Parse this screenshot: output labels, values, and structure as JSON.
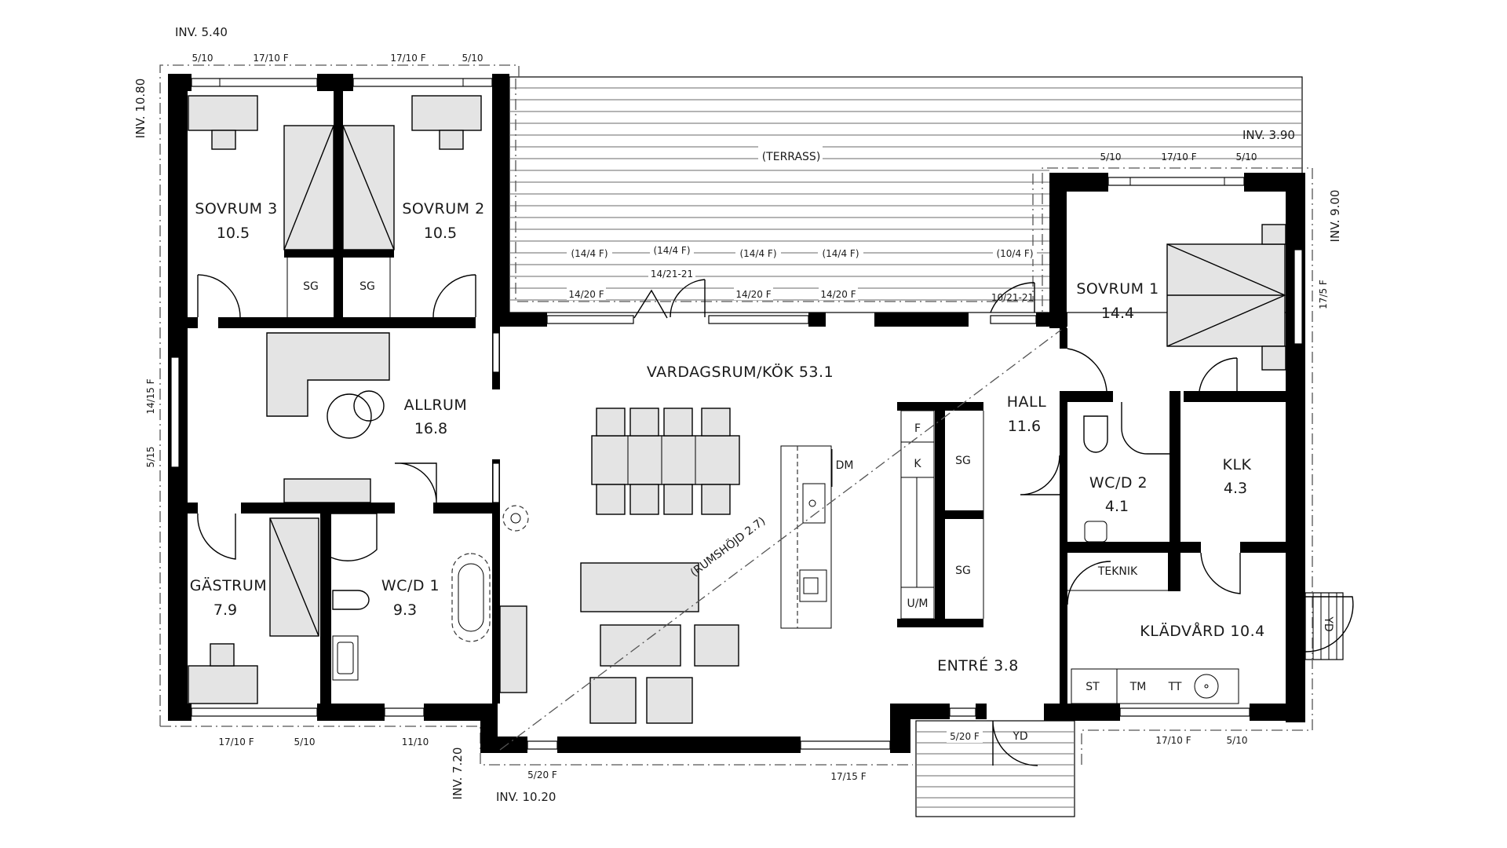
{
  "plan": {
    "colors": {
      "wall": "#000000",
      "furniture": "#e4e4e4",
      "background": "#ffffff",
      "deck_lines": "#6a6a6a"
    },
    "rooms": [
      {
        "id": "sovrum3",
        "name": "SOVRUM 3",
        "area": "10.5"
      },
      {
        "id": "sovrum2",
        "name": "SOVRUM 2",
        "area": "10.5"
      },
      {
        "id": "allrum",
        "name": "ALLRUM",
        "area": "16.8"
      },
      {
        "id": "gastrum",
        "name": "GÄSTRUM",
        "area": "7.9"
      },
      {
        "id": "wcd1",
        "name": "WC/D 1",
        "area": "9.3"
      },
      {
        "id": "vardagsrum",
        "name": "VARDAGSRUM/KÖK 53.1"
      },
      {
        "id": "sovrum1",
        "name": "SOVRUM 1",
        "area": "14.4"
      },
      {
        "id": "hall",
        "name": "HALL",
        "area": "11.6"
      },
      {
        "id": "wcd2",
        "name": "WC/D 2",
        "area": "4.1"
      },
      {
        "id": "klk",
        "name": "KLK",
        "area": "4.3"
      },
      {
        "id": "kladvard",
        "name": "KLÄDVÅRD 10.4"
      },
      {
        "id": "entre",
        "name": "ENTRÉ 3.8"
      },
      {
        "id": "teknik",
        "name": "TEKNIK"
      }
    ],
    "terrace_label": "(TERRASS)",
    "fixture_labels": {
      "sg_bed3": "SG",
      "sg_bed2": "SG",
      "sg_hall_top": "SG",
      "sg_hall_bottom": "SG",
      "f": "F",
      "k": "K",
      "um": "U/M",
      "dm": "DM",
      "st": "ST",
      "tm": "TM",
      "tt": "TT",
      "yd_entrance": "YD",
      "yd_side": "YD"
    },
    "ceiling_height_note": "(RUMSHÖJD 2.7)",
    "levels": {
      "top_left": "INV. 5.40",
      "left_vertical": "INV. 10.80",
      "top_right": "INV. 3.90",
      "right_vertical": "INV. 9.00",
      "bottom_vertical": "INV. 7.20",
      "bottom": "INV. 10.20"
    },
    "openings": {
      "top_left": [
        "5/10",
        "17/10 F",
        "17/10 F",
        "5/10"
      ],
      "top_right": [
        "5/10",
        "17/10 F",
        "5/10"
      ],
      "terrace_upper": [
        "(14/4 F)",
        "(14/4 F)",
        "(14/4 F)",
        "(14/4 F)",
        "(10/4 F)"
      ],
      "terrace_door_top": "14/21-21",
      "terrace_lower": [
        "14/20 F",
        "14/20 F",
        "14/20 F"
      ],
      "terrace_door_right": "10/21-21",
      "left_side": [
        "14/15 F",
        "5/15"
      ],
      "right_side": "17/5 F",
      "bottom_left": [
        "17/10 F",
        "5/10",
        "11/10"
      ],
      "bottom_mid": [
        "5/20 F",
        "17/15 F"
      ],
      "entrance": "5/20 F",
      "bottom_right": [
        "17/10 F",
        "5/10"
      ]
    }
  }
}
